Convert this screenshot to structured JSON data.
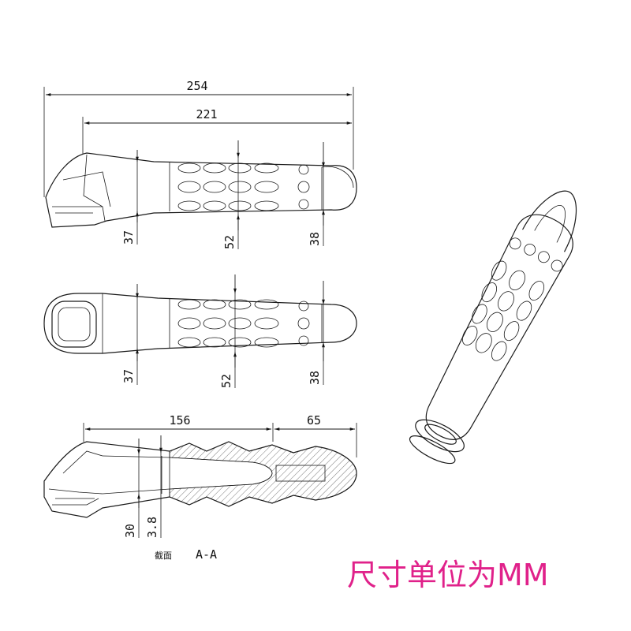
{
  "dimensions": {
    "overall_length": "254",
    "body_length": "221",
    "top_diam_a": "37",
    "top_diam_b": "52",
    "top_diam_c": "38",
    "mid_diam_a": "37",
    "mid_diam_b": "52",
    "mid_diam_c": "38",
    "section_length_a": "156",
    "section_length_b": "65",
    "section_diam": "30",
    "wall_thickness": "3.8"
  },
  "section_label": {
    "title": "截面",
    "name": "A-A"
  },
  "unit_note": "尺寸单位为MM",
  "colors": {
    "line": "#1a1a1a",
    "note": "#e0218a"
  }
}
